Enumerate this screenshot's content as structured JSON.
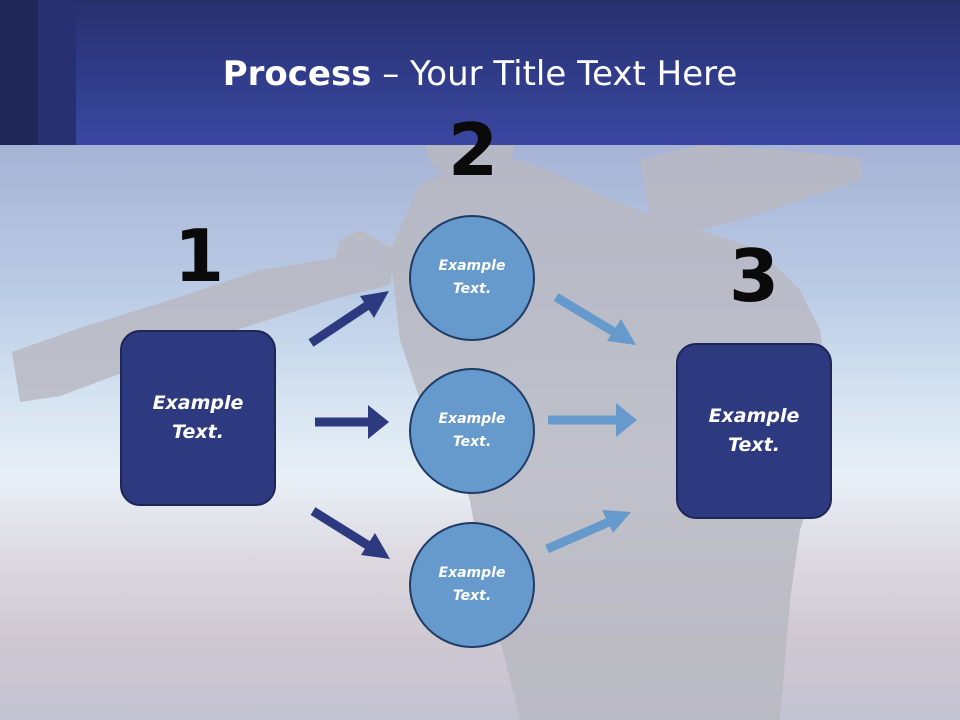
{
  "slide": {
    "title_bold": "Process",
    "title_rest": " – Your Title Text Here"
  },
  "steps": {
    "step1_number": "1",
    "step2_number": "2",
    "step3_number": "3"
  },
  "boxes": {
    "left": {
      "line1": "Example",
      "line2": "Text."
    },
    "right": {
      "line1": "Example",
      "line2": "Text."
    }
  },
  "circles": [
    {
      "line1": "Example",
      "line2": "Text."
    },
    {
      "line1": "Example",
      "line2": "Text."
    },
    {
      "line1": "Example",
      "line2": "Text."
    }
  ],
  "colors": {
    "header": "#2f3a86",
    "box_fill": "#2e3a7f",
    "circle_fill": "#6699cc",
    "arrow_dark": "#2e3a7f",
    "arrow_light": "#6699cc"
  }
}
